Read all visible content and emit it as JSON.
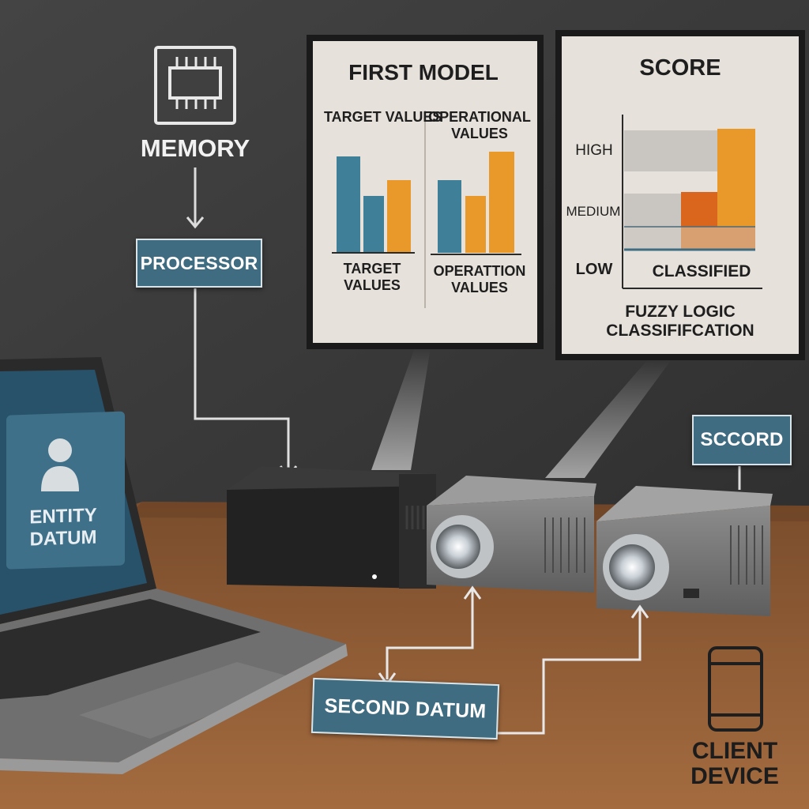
{
  "memory": {
    "label": "MEMORY",
    "icon": "memory-chip-icon"
  },
  "processor": {
    "label": "PROCESSOR"
  },
  "first_model": {
    "title": "FIRST MODEL",
    "left_top_label": "TARGET VALUES",
    "right_top_label": "OPERATIONAL VALUES",
    "left_bottom_label": "TARGET VALUES",
    "right_bottom_label": "OPERATTION VALUES"
  },
  "score": {
    "title": "SCORE",
    "levels": [
      "HIGH",
      "MEDIUM",
      "LOW"
    ],
    "bar_label": "CLASSIFIED",
    "caption_line1": "FUZZY LOGIC",
    "caption_line2": "CLASSIFIFCATION"
  },
  "laptop": {
    "screen_label_line1": "ENTITY",
    "screen_label_line2": "DATUM",
    "icon": "user-icon"
  },
  "score_tag": {
    "label": "SCCORD"
  },
  "second_datum": {
    "label": "SECOND DATUM"
  },
  "client_device": {
    "label_line1": "CLIENT",
    "label_line2": "DEVICE",
    "icon": "smartphone-icon"
  },
  "colors": {
    "teal": "#3f6c80",
    "blue_bar": "#3f7f98",
    "orange_bar": "#e8992a",
    "dark_orange": "#d9661c",
    "wall": "#3a3a3a",
    "desk": "#8a5a35"
  }
}
